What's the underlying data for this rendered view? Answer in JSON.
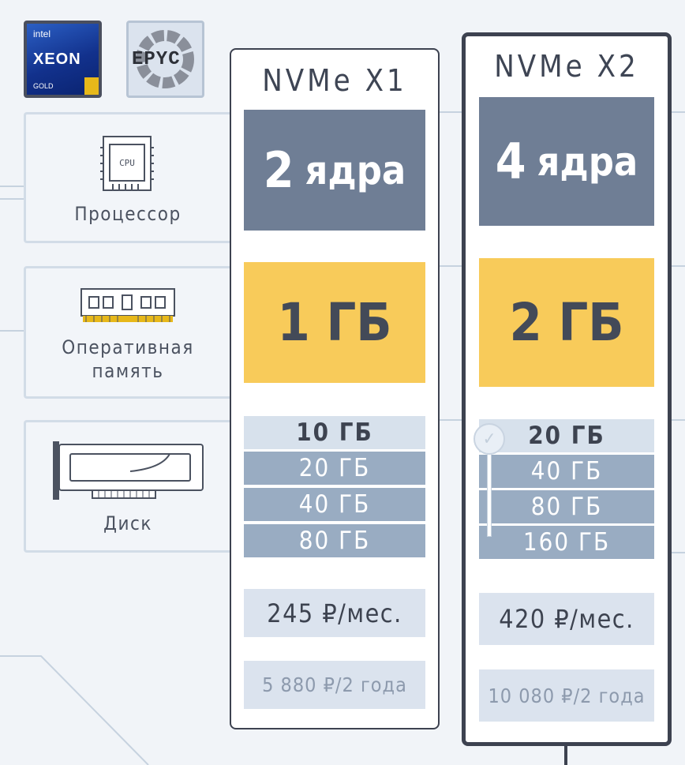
{
  "brands": {
    "intel": {
      "top": "intel",
      "name": "XEON",
      "tier": "GOLD"
    },
    "amd": {
      "name": "EPYC"
    }
  },
  "features": {
    "cpu": {
      "label": "Процессор",
      "chip_text": "CPU",
      "icon": "cpu-chip-icon"
    },
    "ram": {
      "label_line1": "Оперативная",
      "label_line2": "память",
      "icon": "ram-module-icon"
    },
    "disk": {
      "label": "Диск",
      "icon": "disk-card-icon"
    }
  },
  "plans": [
    {
      "title": "NVMe X1",
      "cpu_num": "2",
      "cpu_unit": "ядра",
      "ram": "1 ГБ",
      "disk_options": [
        "10 ГБ",
        "20 ГБ",
        "40 ГБ",
        "80 ГБ"
      ],
      "selected_disk": 0,
      "price_month": "245 ₽/мес.",
      "price_2y": "5 880 ₽/2 года"
    },
    {
      "title": "NVMe X2",
      "cpu_num": "4",
      "cpu_unit": "ядра",
      "ram": "2 ГБ",
      "disk_options": [
        "20 ГБ",
        "40 ГБ",
        "80 ГБ",
        "160 ГБ"
      ],
      "selected_disk": 0,
      "price_month": "420 ₽/мес.",
      "price_2y": "10 080 ₽/2 года"
    }
  ],
  "colors": {
    "cpu_block": "#6f7e95",
    "ram_block": "#f8cb5a",
    "disk_selected": "#d7e1ec",
    "disk_option": "#99acc2",
    "price_bg": "#dbe3ee",
    "border_dark": "#3d4250"
  }
}
